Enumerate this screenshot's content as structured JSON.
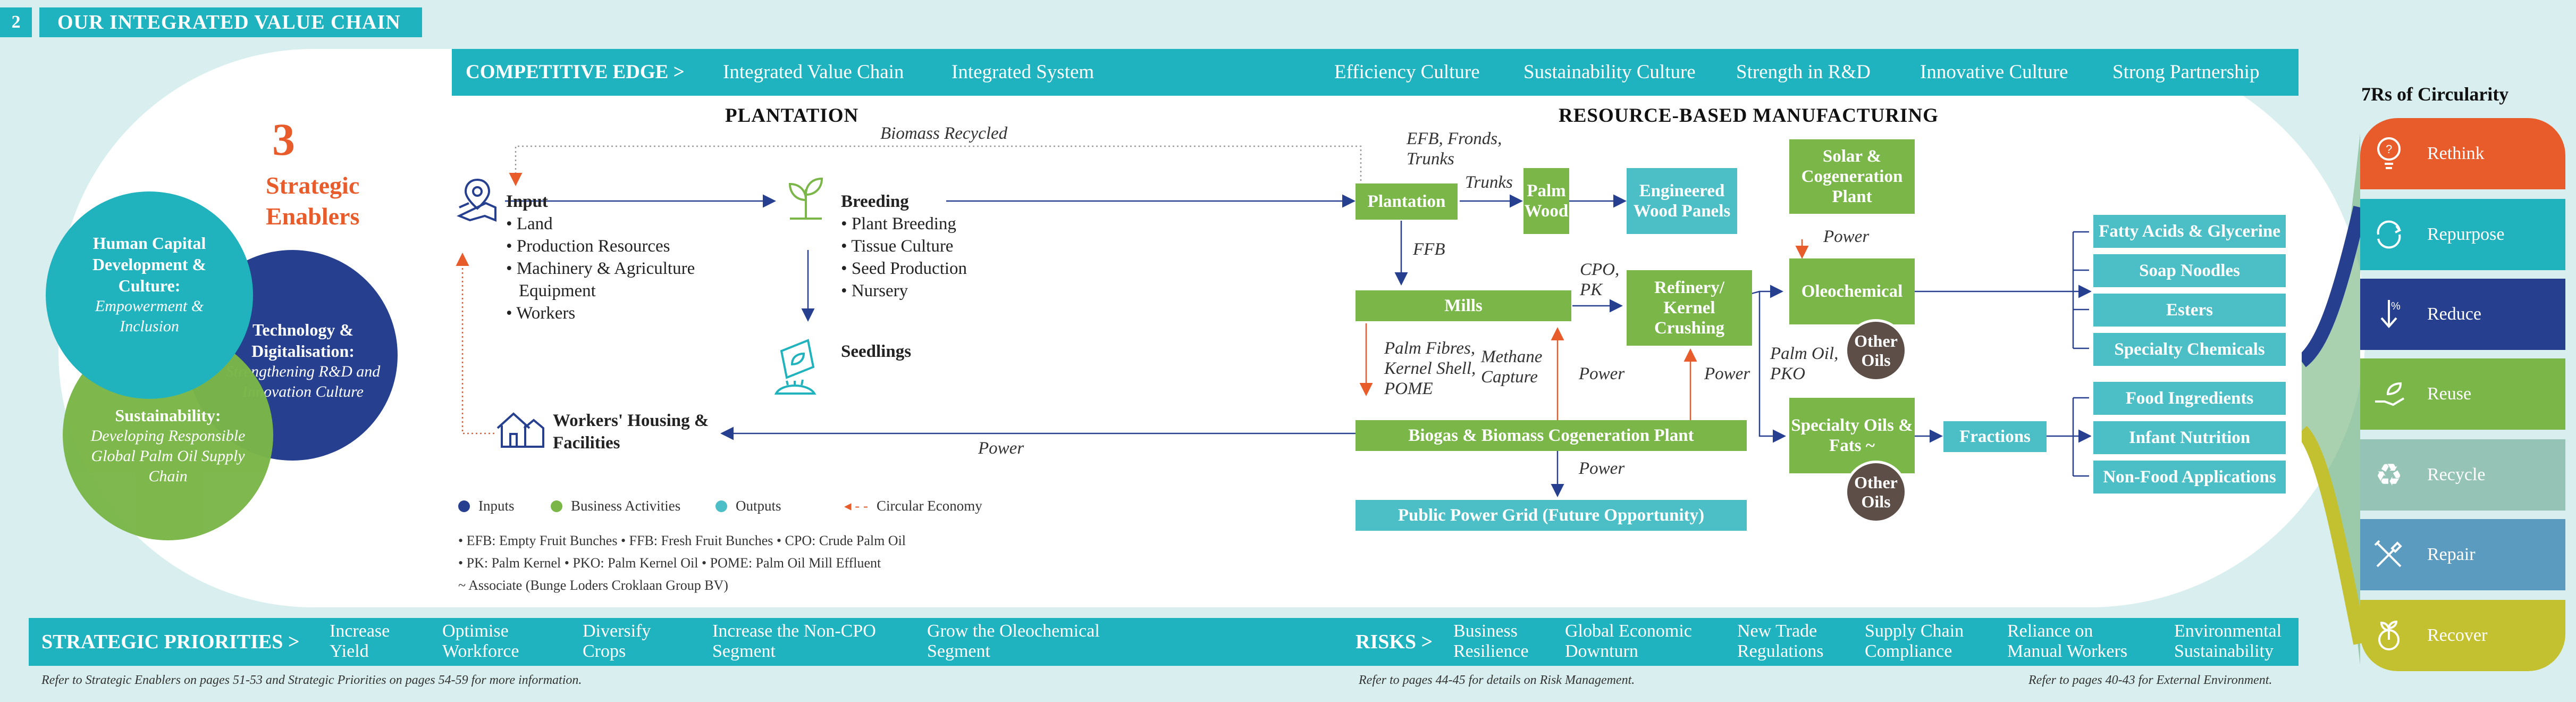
{
  "header": {
    "page_number": "2",
    "title": "OUR INTEGRATED VALUE CHAIN"
  },
  "competitive_edge": {
    "label": "COMPETITIVE EDGE >",
    "items": [
      "Integrated Value Chain",
      "Integrated System",
      "Efficiency Culture",
      "Sustainability Culture",
      "Strength in R&D",
      "Innovative Culture",
      "Strong Partnership"
    ]
  },
  "enablers": {
    "number": "3",
    "title_line1": "Strategic",
    "title_line2": "Enablers",
    "human_capital": {
      "title": "Human Capital Development & Culture:",
      "subtitle": "Empowerment & Inclusion"
    },
    "technology": {
      "title": "Technology & Digitalisation:",
      "subtitle": "Strengthening R&D and Innovation Culture"
    },
    "sustainability": {
      "title": "Sustainability:",
      "subtitle": "Developing Responsible Global Palm Oil Supply Chain"
    }
  },
  "plantation": {
    "section_title": "PLANTATION",
    "biomass_recycled": "Biomass Recycled",
    "input_title": "Input",
    "input_items": [
      "Land",
      "Production Resources",
      "Machinery & Agriculture Equipment",
      "Workers"
    ],
    "breeding_title": "Breeding",
    "breeding_items": [
      "Plant Breeding",
      "Tissue Culture",
      "Seed Production",
      "Nursery"
    ],
    "seedlings": "Seedlings",
    "housing": "Workers' Housing & Facilities",
    "power": "Power"
  },
  "manufacturing": {
    "section_title": "RESOURCE-BASED MANUFACTURING",
    "efb_label": "EFB, Fronds, Trunks",
    "trunks": "Trunks",
    "ffb": "FFB",
    "plantation_box": "Plantation",
    "palm_wood": "Palm Wood",
    "wood_panels": "Engineered Wood Panels",
    "solar": "Solar & Cogeneration Plant",
    "power": "Power",
    "mills": "Mills",
    "cpo_pk": "CPO, PK",
    "refinery": "Refinery/ Kernel Crushing",
    "oleochemical": "Oleochemical",
    "other_oils": "Other Oils",
    "mill_outputs": "Palm Fibres, Kernel Shell, POME",
    "methane": "Methane Capture",
    "palm_oil_pko": "Palm Oil, PKO",
    "specialty": "Specialty Oils & Fats",
    "specialty_mark": "~",
    "fractions": "Fractions",
    "biogas": "Biogas & Biomass Cogeneration Plant",
    "grid": "Public Power Grid (Future Opportunity)"
  },
  "outputs": {
    "oleo": [
      "Fatty Acids & Glycerine",
      "Soap Noodles",
      "Esters",
      "Specialty Chemicals"
    ],
    "fats": [
      "Food Ingredients",
      "Infant Nutrition",
      "Non-Food Applications"
    ]
  },
  "legend": {
    "inputs": "Inputs",
    "business": "Business Activities",
    "outputs": "Outputs",
    "circular": "Circular Economy",
    "notes_line1": "• EFB: Empty Fruit Bunches   • FFB: Fresh Fruit Bunches   • CPO: Crude Palm Oil",
    "notes_line2": "• PK: Palm Kernel   • PKO: Palm Kernel Oil   • POME: Palm Oil Mill Effluent",
    "notes_line3": "~ Associate (Bunge Loders Croklaan Group BV)"
  },
  "circularity": {
    "title": "7Rs of Circularity",
    "items": [
      {
        "label": "Rethink",
        "color": "#e85c2b",
        "icon": "lightbulb-icon"
      },
      {
        "label": "Repurpose",
        "color": "#20b3bd",
        "icon": "cycle-icon"
      },
      {
        "label": "Reduce",
        "color": "#26408f",
        "icon": "percent-down-icon"
      },
      {
        "label": "Reuse",
        "color": "#7ab648",
        "icon": "hand-leaf-icon"
      },
      {
        "label": "Recycle",
        "color": "#95c4b6",
        "icon": "recycle-icon"
      },
      {
        "label": "Repair",
        "color": "#5b9bbf",
        "icon": "tools-icon"
      },
      {
        "label": "Recover",
        "color": "#c4c131",
        "icon": "sprout-icon"
      }
    ]
  },
  "strategic_priorities": {
    "label": "STRATEGIC PRIORITIES >",
    "items": [
      "Increase Yield",
      "Optimise Workforce",
      "Diversify Crops",
      "Increase the Non-CPO Segment",
      "Grow the Oleochemical Segment"
    ]
  },
  "risks": {
    "label": "RISKS >",
    "items": [
      "Business Resilience",
      "Global Economic Downturn",
      "New Trade Regulations",
      "Supply Chain Compliance",
      "Reliance on Manual Workers",
      "Environmental Sustainability"
    ]
  },
  "footnotes": {
    "left": "Refer to Strategic Enablers on pages 51-53 and Strategic Priorities on pages 54-59 for more information.",
    "middle": "Refer to pages 44-45 for details on Risk Management.",
    "right": "Refer to pages 40-43 for External Environment."
  }
}
